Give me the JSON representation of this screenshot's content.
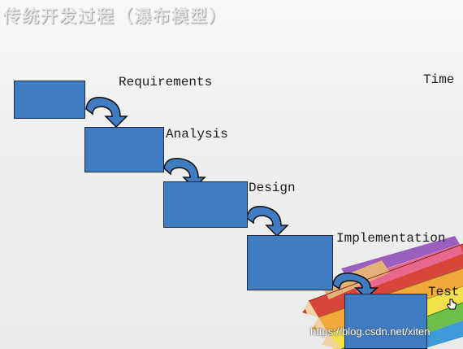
{
  "title": "传统开发过程（瀑布模型）",
  "time_label": "Time",
  "stages": [
    {
      "id": "requirements",
      "label": "Requirements"
    },
    {
      "id": "analysis",
      "label": "Analysis"
    },
    {
      "id": "design",
      "label": "Design"
    },
    {
      "id": "implementation",
      "label": "Implementation"
    },
    {
      "id": "test",
      "label": "Test"
    }
  ],
  "watermark": "https://blog.csdn.net/xiten",
  "colors": {
    "box": "#3f7cc2",
    "box_border": "#1f2b46",
    "arrow": "#3f7cc2",
    "arrow_outline": "#111111"
  }
}
